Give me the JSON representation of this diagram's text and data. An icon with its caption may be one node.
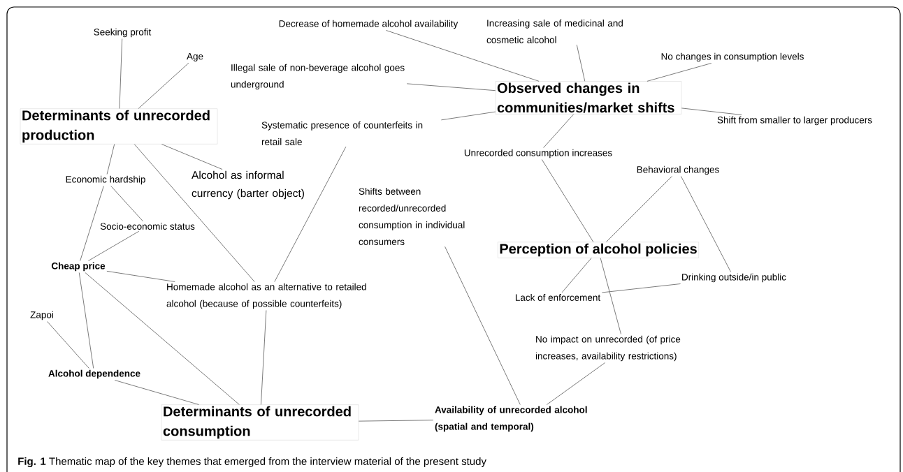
{
  "diagram": {
    "caption": "**Fig. 1** Thematic map of the key themes that emerged from the interview material of the present study",
    "nodes": [
      {
        "text": [
          "Determinants of unrecorded production"
        ]
      },
      {
        "text": [
          "Seeking profit"
        ]
      },
      {
        "text": [
          "Age"
        ]
      },
      {
        "text": [
          "Economic hardship"
        ]
      },
      {
        "text": [
          "Alcohol as informal currency (barter object)"
        ]
      },
      {
        "text": [
          "Socio-economic status"
        ]
      },
      {
        "text": [
          "Cheap price"
        ]
      },
      {
        "text": [
          "Zapoi"
        ]
      },
      {
        "text": [
          "Alcohol dependence"
        ]
      },
      {
        "text": [
          "Homemade alcohol as an alternative to retailed alcohol (because of possible counterfeits)"
        ]
      },
      {
        "text": [
          "Systematic presence of counterfeits in retail sale"
        ]
      },
      {
        "text": [
          "Determinants of unrecorded consumption"
        ]
      },
      {
        "text": [
          "Availability of unrecorded alcohol (spatial and temporal)"
        ]
      },
      {
        "text": [
          "Decrease of homemade alcohol availability"
        ]
      },
      {
        "text": [
          "Increasing sale of medicinal and cosmetic alcohol"
        ]
      },
      {
        "text": [
          "Illegal sale of non-beverage alcohol goes underground"
        ]
      },
      {
        "text": [
          "No changes in consumption levels"
        ]
      },
      {
        "text": [
          "Observed changes in communities/market shifts"
        ]
      },
      {
        "text": [
          "Shift from smaller to larger producers"
        ]
      },
      {
        "text": [
          "Unrecorded consumption increases"
        ]
      },
      {
        "text": [
          "Behavioral changes"
        ]
      },
      {
        "text": [
          "Shifts between recorded/unrecorded consumption in individual consumers"
        ]
      },
      {
        "text": [
          "Perception of alcohol policies"
        ]
      },
      {
        "text": [
          "Lack of enforcement"
        ]
      },
      {
        "text": [
          "Drinking outside/in public"
        ]
      },
      {
        "text": [
          "No impact on unrecorded (of price increases, availability restrictions)"
        ]
      }
    ],
    "edges": [
      {
        "from": 0,
        "to": 1,
        "arrow": "none"
      },
      {
        "from": 0,
        "to": 2,
        "arrow": "none"
      },
      {
        "from": 0,
        "to": 3,
        "arrow": "none"
      },
      {
        "from": 0,
        "to": 4,
        "arrow": "none"
      },
      {
        "from": 0,
        "to": 9,
        "arrow": "none"
      },
      {
        "from": 3,
        "to": 5,
        "arrow": "none"
      },
      {
        "from": 3,
        "to": 6,
        "arrow": "none"
      },
      {
        "from": 5,
        "to": 6,
        "arrow": "none"
      },
      {
        "from": 6,
        "to": 9,
        "arrow": "none"
      },
      {
        "from": 6,
        "to": 8,
        "arrow": "none"
      },
      {
        "from": 6,
        "to": 11,
        "arrow": "none"
      },
      {
        "from": 7,
        "to": 8,
        "arrow": "none"
      },
      {
        "from": 8,
        "to": 11,
        "arrow": "none"
      },
      {
        "from": 9,
        "to": 11,
        "arrow": "none"
      },
      {
        "from": 10,
        "to": 9,
        "arrow": "none"
      },
      {
        "from": 10,
        "to": 17,
        "arrow": "none"
      },
      {
        "from": 13,
        "to": 17,
        "arrow": "none"
      },
      {
        "from": 14,
        "to": 17,
        "arrow": "none"
      },
      {
        "from": 15,
        "to": 17,
        "arrow": "none"
      },
      {
        "from": 16,
        "to": 17,
        "arrow": "none"
      },
      {
        "from": 17,
        "to": 18,
        "arrow": "none"
      },
      {
        "from": 17,
        "to": 19,
        "arrow": "none"
      },
      {
        "from": 19,
        "to": 22,
        "arrow": "none"
      },
      {
        "from": 20,
        "to": 22,
        "arrow": "none"
      },
      {
        "from": 20,
        "to": 24,
        "arrow": "none"
      },
      {
        "from": 22,
        "to": 23,
        "arrow": "none"
      },
      {
        "from": 22,
        "to": 25,
        "arrow": "none"
      },
      {
        "from": 23,
        "to": 24,
        "arrow": "none"
      },
      {
        "from": 21,
        "to": 12,
        "arrow": "none"
      },
      {
        "from": 25,
        "to": 12,
        "arrow": "none"
      },
      {
        "from": 11,
        "to": 12,
        "arrow": "none"
      }
    ]
  }
}
